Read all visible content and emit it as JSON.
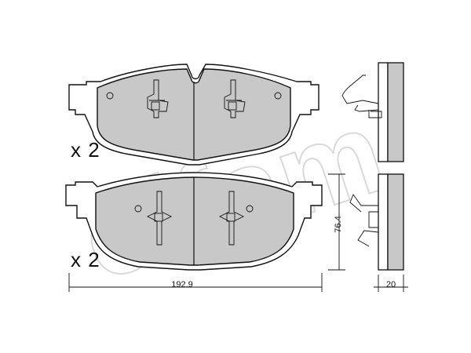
{
  "top_pair": {
    "quantity_label": "x 2"
  },
  "bottom_pair": {
    "quantity_label": "x 2"
  },
  "dimensions": {
    "width": "192.9",
    "height": "76.4",
    "thickness": "20"
  },
  "watermark": {
    "text": "cifam"
  }
}
